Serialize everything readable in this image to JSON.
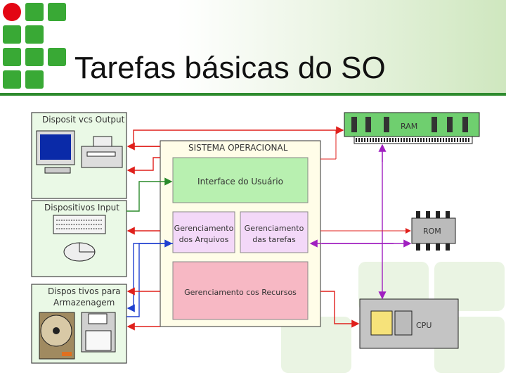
{
  "slide": {
    "title": "Tarefas básicas do SO"
  },
  "diagram": {
    "output_group": "Disposit vcs Output",
    "input_group": "Dispositivos Input",
    "storage_group_line1": "Dispos tivos para",
    "storage_group_line2": "Armazenagem",
    "os_title": "SISTEMA OPERACIONAL",
    "user_interface": "Interface do Usuário",
    "files_line1": "Gerenciamento",
    "files_line2": "dos Arquivos",
    "tasks_line1": "Gerenciamento",
    "tasks_line2": "das tarefas",
    "resources": "Gerenciamento cos Recursos",
    "ram": "RAM",
    "rom": "ROM",
    "cpu": "CPU"
  },
  "colors": {
    "accent_green": "#39a935",
    "accent_red": "#e30613",
    "arrow_red": "#e0201c",
    "arrow_green": "#2a8a2a",
    "arrow_blue": "#2040d0",
    "arrow_purple": "#a020c0",
    "box_green": "#b8f0b0",
    "box_lilac": "#f3d8f8",
    "box_pink": "#f7b8c4",
    "panel_cream": "#fffde8"
  }
}
